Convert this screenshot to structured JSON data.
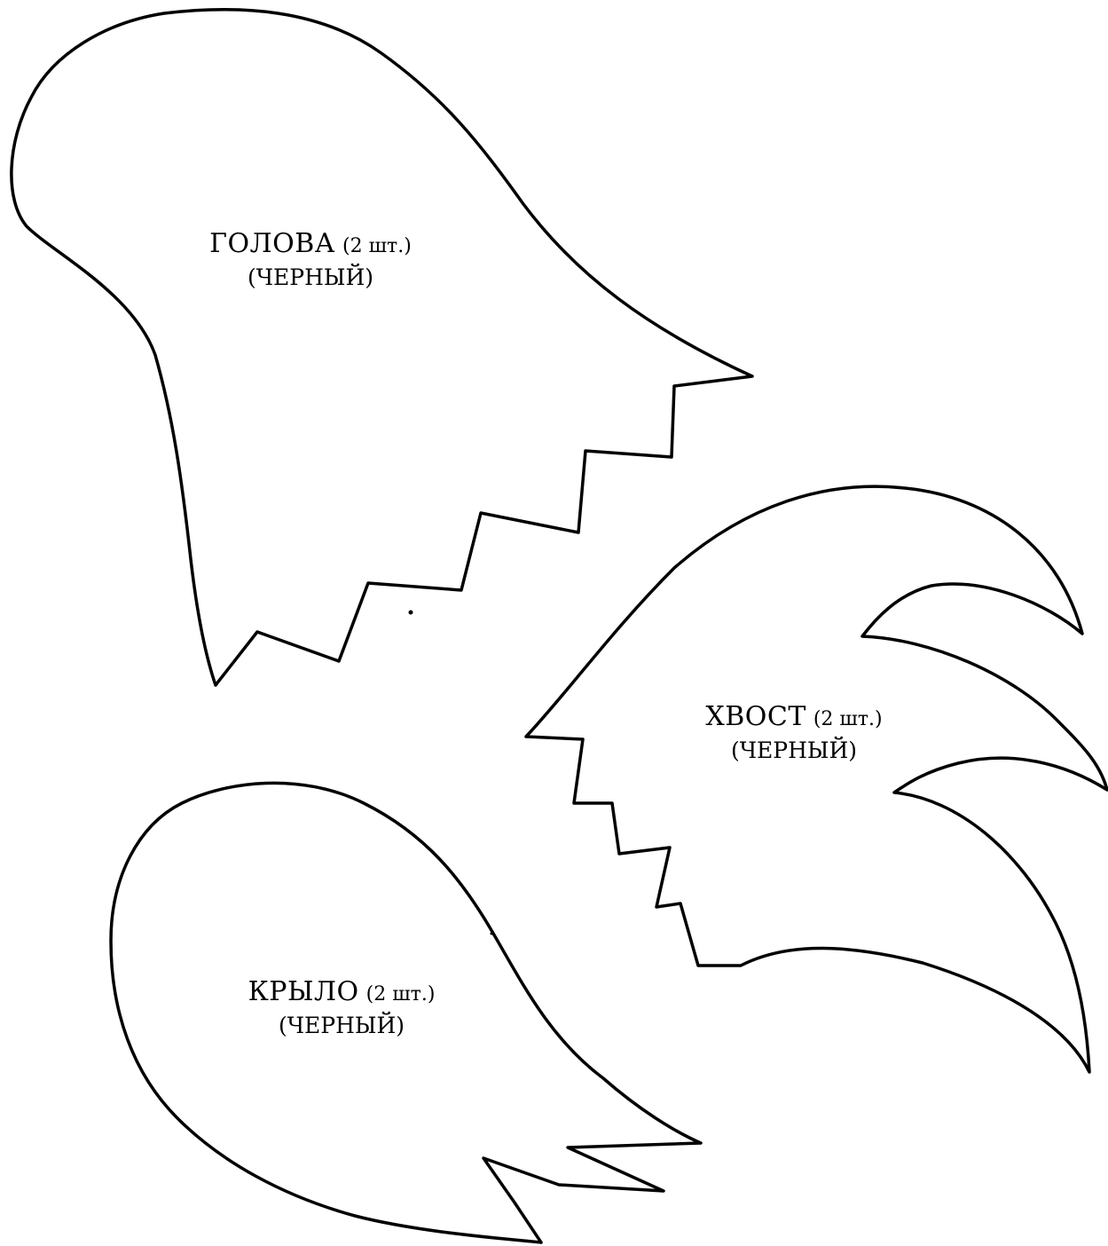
{
  "pieces": [
    {
      "name": "ГОЛОВА",
      "quantity": "(2 шт.)",
      "color": "(ЧЕРНЫЙ)"
    },
    {
      "name": "ХВОСТ",
      "quantity": "(2 шт.)",
      "color": "(ЧЕРНЫЙ)"
    },
    {
      "name": "КРЫЛО",
      "quantity": "(2 шт.)",
      "color": "(ЧЕРНЫЙ)"
    }
  ],
  "stroke_color": "#000000",
  "background_color": "#ffffff"
}
